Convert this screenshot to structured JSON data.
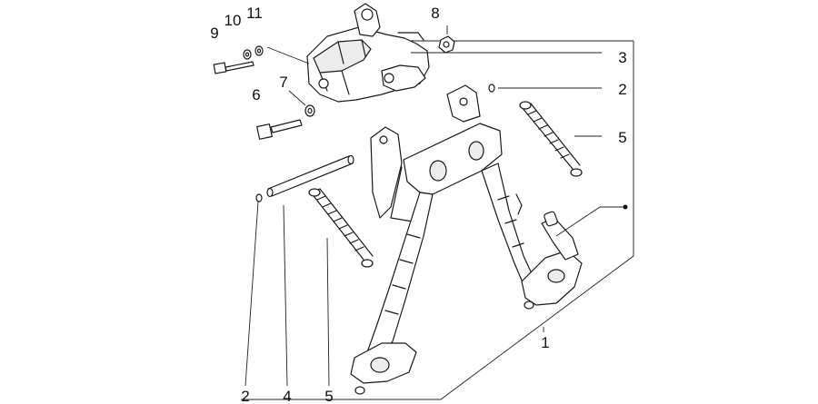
{
  "diagram": {
    "type": "exploded-parts-view",
    "callouts": [
      {
        "id": "c9",
        "text": "9"
      },
      {
        "id": "c10",
        "text": "10"
      },
      {
        "id": "c11",
        "text": "11"
      },
      {
        "id": "c8",
        "text": "8"
      },
      {
        "id": "c3",
        "text": "3"
      },
      {
        "id": "c2r",
        "text": "2"
      },
      {
        "id": "c6",
        "text": "6"
      },
      {
        "id": "c7",
        "text": "7"
      },
      {
        "id": "c5r",
        "text": "5"
      },
      {
        "id": "c1",
        "text": "1"
      },
      {
        "id": "c2b",
        "text": "2"
      },
      {
        "id": "c4",
        "text": "4"
      },
      {
        "id": "c5b",
        "text": "5"
      }
    ]
  }
}
